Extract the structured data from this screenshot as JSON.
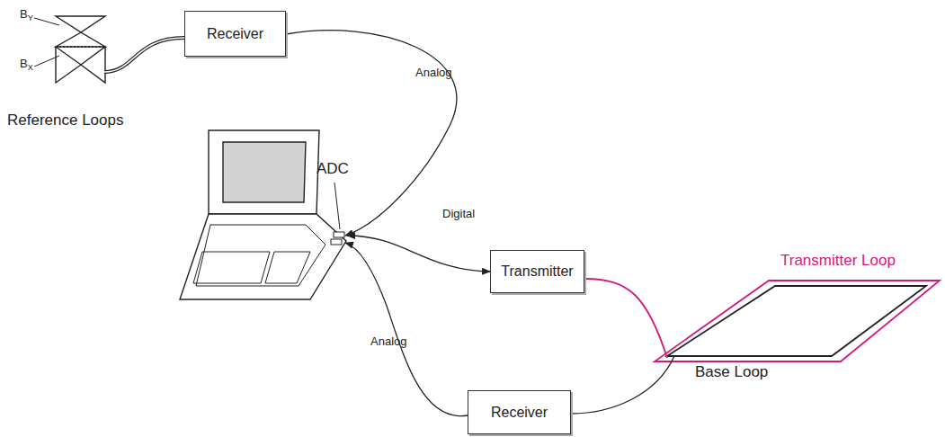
{
  "diagram": {
    "nodes": [
      {
        "text": [
          "Receiver"
        ]
      },
      {
        "text": [
          "Transmitter"
        ]
      },
      {
        "text": [
          "Receiver"
        ]
      }
    ],
    "labels": [
      "BY",
      "BX",
      "Reference Loops",
      "Analog",
      "ADC",
      "Digital",
      "Transmitter Loop",
      "Analog",
      "Base Loop"
    ]
  }
}
